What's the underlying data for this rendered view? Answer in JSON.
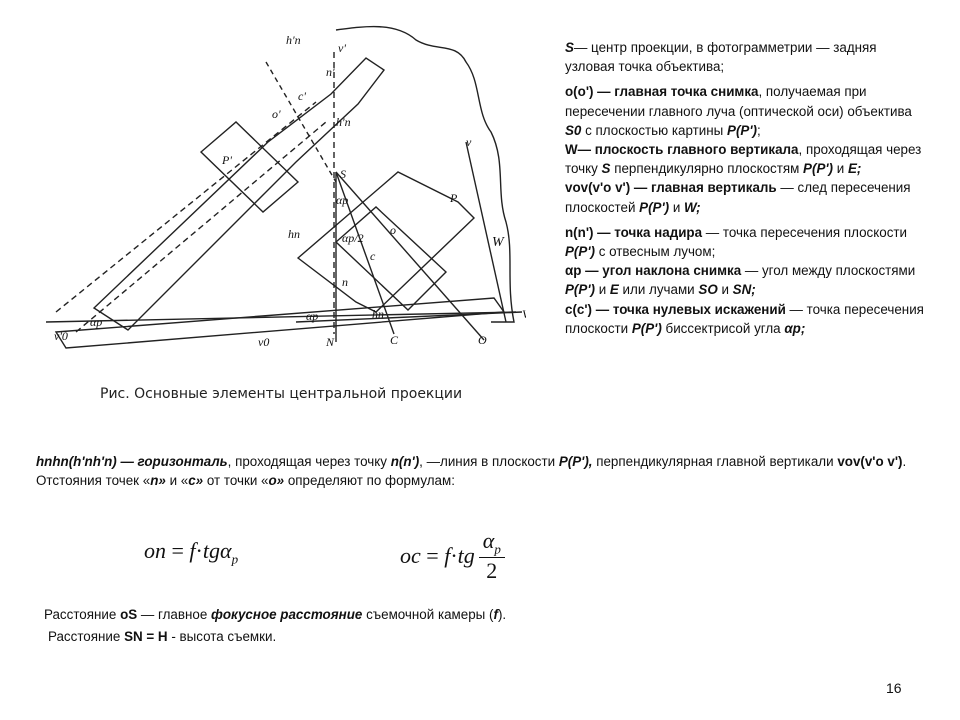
{
  "figure": {
    "labels": {
      "hn_top": "h'n",
      "v_top": "v'",
      "n_top": "n'",
      "hn_mid": "h'n",
      "c_p": "c'",
      "o_p": "o'",
      "S": "S",
      "P_prime": "P'",
      "P": "P",
      "alpha_p1": "αp",
      "alpha_p2": "αp/2",
      "o": "o",
      "hn": "hn",
      "c": "c",
      "n": "n",
      "hn_low": "hn",
      "V": "V",
      "v_arrow": "v",
      "W": "W",
      "v0_left": "v'0",
      "alpha_left": "αp",
      "v0": "v0",
      "alpha_bottom": "αp",
      "N": "N",
      "C": "C",
      "O": "O"
    }
  },
  "caption": "Рис. Основные элементы центральной проекции",
  "definitions": {
    "s": {
      "term": "S",
      "text": "— центр проекции, в фотограмметрии — задняя узловая точка объектива;"
    },
    "o": {
      "term": "о(о') — главная точка снимка",
      "text1": ", получаемая при пересечении главного луча (оптической оси) объектива ",
      "term2": "S0",
      "text2": " с плоскостью картины ",
      "term3": "P(P')",
      "text3": ";"
    },
    "w": {
      "term": "W— плоскость главного вертикала",
      "text1": ", проходящая через точку ",
      "term2": "S",
      "text2": " перпендикулярно плоскостям ",
      "term3": "P(P')",
      "text3": " и ",
      "term4": "E;"
    },
    "vov": {
      "term": "vov(v'o v') — главная вертикаль",
      "text1": " — след пересечения плоскостей ",
      "term2": "P(P')",
      "text2": " и ",
      "term3": "W;"
    },
    "n": {
      "term": "n(n') — точка надира",
      "text1": " — точка пересечения плоскости ",
      "term2": "P(P')",
      "text2": " с отвесным лучом;"
    },
    "ap": {
      "term": "αp — угол наклона снимка",
      "text1": " — угол между плоскостями ",
      "term2": "P(P')",
      "text2": " и ",
      "term3": "E",
      "text3": " или лучами ",
      "term4": "SO",
      "text4": " и ",
      "term5": "SN;"
    },
    "c": {
      "term": "с(с') — точка нулевых искажений",
      "text1": " — точка пересечения плоскости ",
      "term2": "P(P')",
      "text2": " биссектрисой угла ",
      "term3": "αp;"
    }
  },
  "body": {
    "hnhn_term": "hnhn(h'nh'n) — горизонталь",
    "hnhn_text1": ", проходящая через точку ",
    "hnhn_term2": "n(n')",
    "hnhn_text2": ", —линия в плоскости ",
    "hnhn_term3": "P(P'),",
    "hnhn_text3": " перпендикулярная  главной вертикали ",
    "hnhn_term4": "vov(v'o v')",
    "hnhn_text4": ".",
    "dist_text1": "Отстояния точек «",
    "dist_n": "n»",
    "dist_text2": " и «",
    "dist_c": "c»",
    "dist_text3": " от точки «",
    "dist_o": "o»",
    "dist_text4": " определяют по формулам:"
  },
  "formulas": {
    "f1_left": "on",
    "f1_eq": "=",
    "f1_f": "f",
    "f1_dot": "·",
    "f1_tg": "tg",
    "f1_alpha": "α",
    "f1_sub": "p",
    "f2_left": "oc",
    "f2_eq": "=",
    "f2_f": "f",
    "f2_dot": "·",
    "f2_tg": "tg",
    "f2_num": "α",
    "f2_num_sub": "p",
    "f2_den": "2"
  },
  "tail": {
    "l1_text1": "Расстояние ",
    "l1_term": "oS",
    "l1_text2": " — главное ",
    "l1_term2": "фокусное расстояние",
    "l1_text3": " съемочной камеры (",
    "l1_term3": "f",
    "l1_text4": ").",
    "l2_text1": "Расстояние ",
    "l2_term": "SN = H",
    "l2_text2": " - высота съемки."
  },
  "page_number": "16"
}
